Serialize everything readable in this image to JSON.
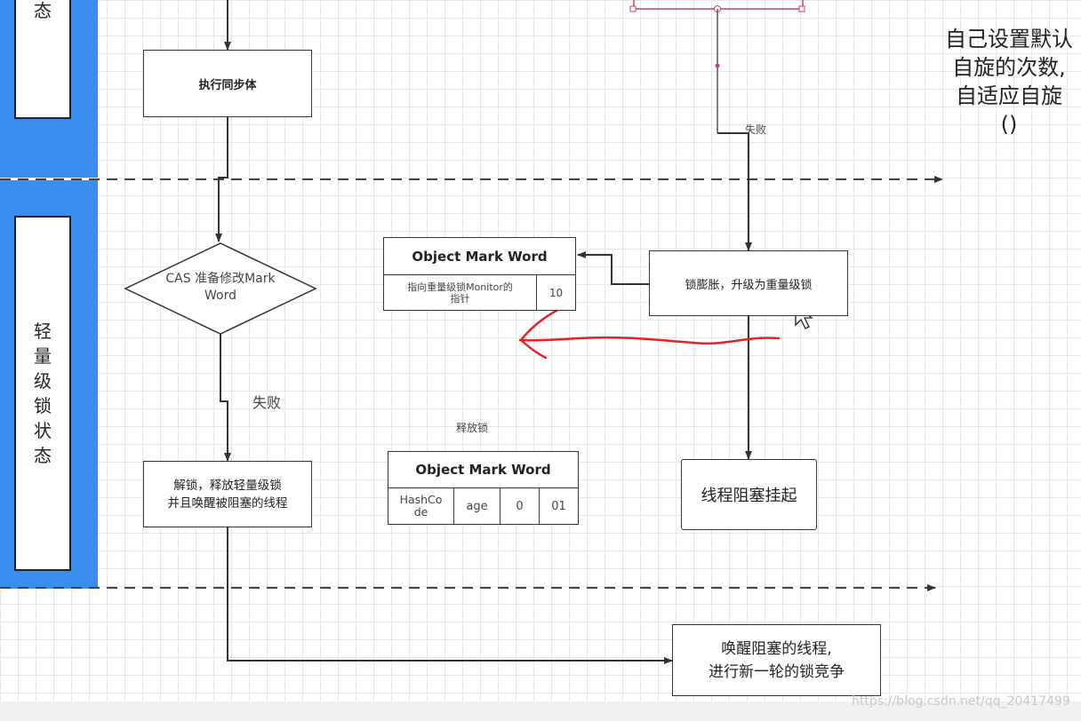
{
  "lanes": {
    "top_label": "态",
    "light_label": "轻量级锁状态"
  },
  "nodes": {
    "execute_sync": "执行同步体",
    "cas_line1": "CAS 准备修改Mark",
    "cas_line2": "Word",
    "fail_left": "失败",
    "fail_top": "失败",
    "unlock_line1": "解锁，释放轻量级锁",
    "unlock_line2": "并且唤醒被阻塞的线程",
    "inflate": "锁膨胀，升级为重量级锁",
    "block": "线程阻塞挂起",
    "wake_line1": "唤醒阻塞的线程,",
    "wake_line2": "进行新一轮的锁竞争",
    "release_lock": "释放锁"
  },
  "mark_word_heavy": {
    "header": "Object Mark Word",
    "pointer_line1": "指向重量级锁Monitor的",
    "pointer_line2": "指针",
    "flag": "10"
  },
  "mark_word_normal": {
    "header": "Object Mark Word",
    "hash_line1": "HashCo",
    "hash_line2": "de",
    "age": "age",
    "biased": "0",
    "flag": "01"
  },
  "note": {
    "line1": "自己设置默认",
    "line2": "自旋的次数,",
    "line3": "自适应自旋",
    "line4": "()"
  },
  "watermark": "https://blog.csdn.net/qq_20417499",
  "colors": {
    "lane": "#3b8ded",
    "annotation": "#e82020",
    "edge": "#333333",
    "pink_edge": "#c0446a"
  }
}
